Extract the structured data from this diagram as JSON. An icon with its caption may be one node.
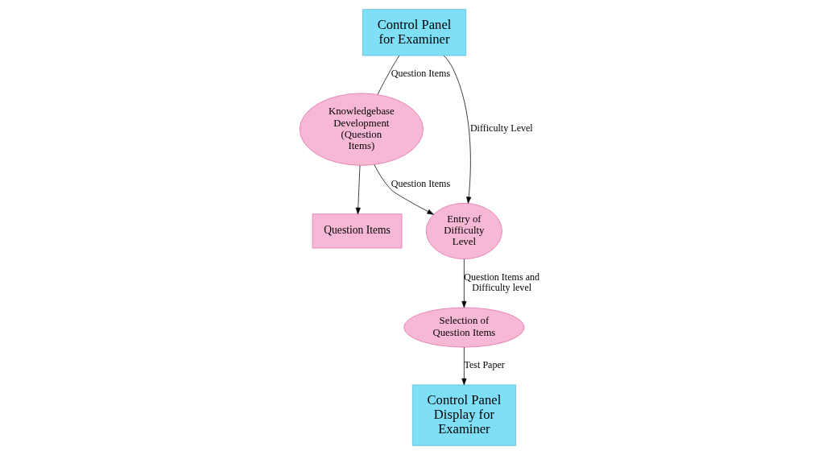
{
  "diagram": {
    "nodes": [
      {
        "text": [
          "Control Panel for Examiner"
        ]
      },
      {
        "text": [
          "Knowledgebase Development (Question Items)"
        ]
      },
      {
        "text": [
          "Entry of Difficulty Level"
        ]
      },
      {
        "text": [
          "Question Items"
        ]
      },
      {
        "text": [
          "Selection of Question Items"
        ]
      },
      {
        "text": [
          "Control Panel Display for Examiner"
        ]
      }
    ],
    "edges": [
      {
        "from": 0,
        "to": 1,
        "arrow": "none",
        "label": "Question Items"
      },
      {
        "from": 0,
        "to": 2,
        "arrow": "to",
        "label": "Difficulty Level"
      },
      {
        "from": 1,
        "to": 3,
        "arrow": "to"
      },
      {
        "from": 1,
        "to": 2,
        "arrow": "to",
        "label": "Question Items"
      },
      {
        "from": 2,
        "to": 4,
        "arrow": "to",
        "label": "Question Items and Difficulty level"
      },
      {
        "from": 4,
        "to": 5,
        "arrow": "to",
        "label": "Test Paper"
      }
    ]
  }
}
